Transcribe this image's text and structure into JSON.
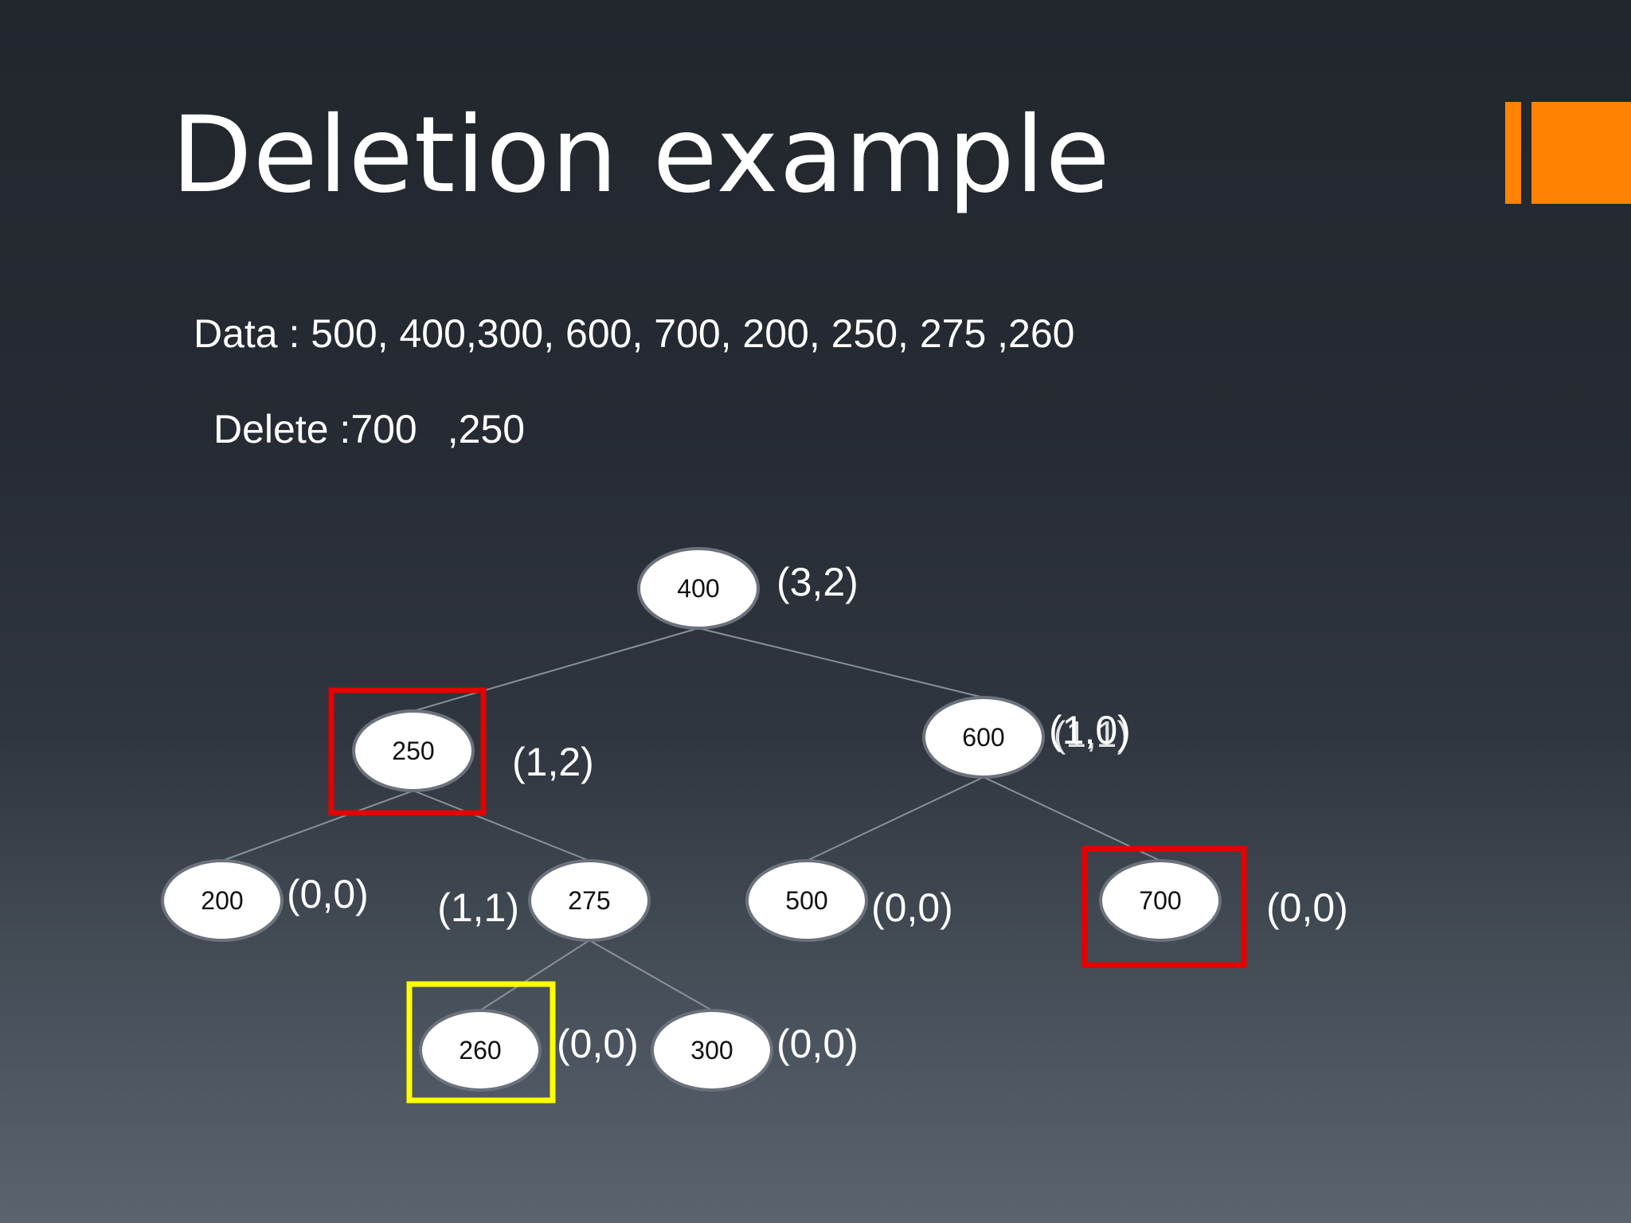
{
  "slide": {
    "title": "Deletion example",
    "data_label": "Data : 500, 400,300, 600, 700, 200, 250, 275 ,260",
    "delete_label": "Delete :700",
    "delete_label_2": ",250"
  },
  "colors": {
    "accent": "#ff8200",
    "highlight_red": "#e60000",
    "highlight_yellow": "#ffff00",
    "edge": "#8a9098",
    "node_fill": "#ffffff",
    "node_stroke": "#6b727c"
  },
  "tree": {
    "nodes": [
      {
        "id": "n400",
        "value": "400",
        "label": "(3,2)"
      },
      {
        "id": "n250",
        "value": "250",
        "label": "(1,2)"
      },
      {
        "id": "n600",
        "value": "600",
        "label": "(1,0)",
        "label_overlay": "(1,1)"
      },
      {
        "id": "n200",
        "value": "200",
        "label": "(0,0)"
      },
      {
        "id": "n275",
        "value": "275",
        "label": "(1,1)"
      },
      {
        "id": "n500",
        "value": "500",
        "label": "(0,0)"
      },
      {
        "id": "n700",
        "value": "700",
        "label": "(0,0)"
      },
      {
        "id": "n260",
        "value": "260",
        "label": "(0,0)"
      },
      {
        "id": "n300",
        "value": "300",
        "label": "(0,0)"
      }
    ],
    "edges": [
      [
        "n400",
        "n250"
      ],
      [
        "n400",
        "n600"
      ],
      [
        "n250",
        "n200"
      ],
      [
        "n250",
        "n275"
      ],
      [
        "n600",
        "n500"
      ],
      [
        "n600",
        "n700"
      ],
      [
        "n275",
        "n260"
      ],
      [
        "n275",
        "n300"
      ]
    ],
    "highlights": [
      {
        "node": "n250",
        "color": "red"
      },
      {
        "node": "n700",
        "color": "red"
      },
      {
        "node": "n260",
        "color": "yellow"
      }
    ]
  }
}
